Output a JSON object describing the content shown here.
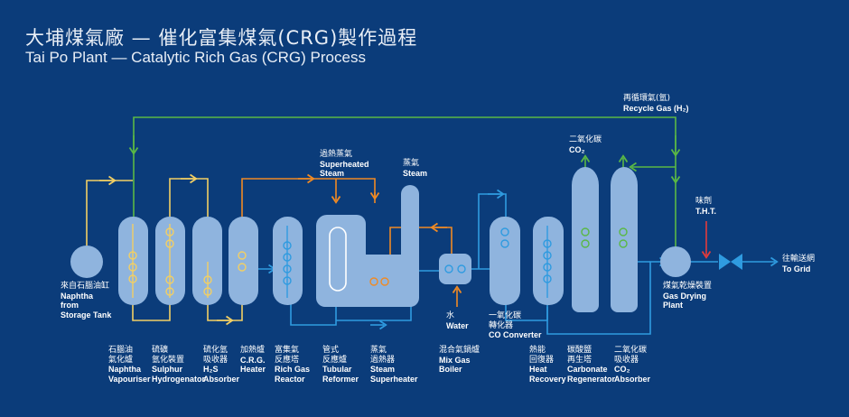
{
  "title": {
    "zh": "大埔煤氣廠 — 催化富集煤氣(CRG)製作過程",
    "en": "Tai Po Plant — Catalytic Rich Gas (CRG) Process"
  },
  "colors": {
    "background": "#0b3c7a",
    "vessel": "#8fb4de",
    "naphtha_line": "#f2cf64",
    "steam_line": "#f08a24",
    "gas_line": "#2f9be0",
    "recycle_line": "#5ab845",
    "tht_line": "#e33b3b"
  },
  "labels": {
    "recycle_gas": {
      "zh": "再循環氣(氫)",
      "en": "Recycle Gas (H₂)"
    },
    "superheated_steam": {
      "zh": "過熱蒸氣",
      "en1": "Superheated",
      "en2": "Steam"
    },
    "steam": {
      "zh": "蒸氣",
      "en": "Steam"
    },
    "co2_vent": {
      "zh": "二氧化碳",
      "en": "CO₂"
    },
    "tht": {
      "zh": "味劑",
      "en": "T.H.T."
    },
    "to_grid": {
      "zh": "往輸送網",
      "en": "To Grid"
    },
    "naphtha_tank": {
      "zh": "來自石腦油缸",
      "en1": "Naphtha",
      "en2": "from",
      "en3": "Storage Tank"
    },
    "water": {
      "zh": "水",
      "en": "Water"
    },
    "co_converter": {
      "zh1": "一氧化碳",
      "zh2": "轉化器",
      "en": "CO Converter"
    },
    "gas_drying": {
      "zh": "煤氣乾燥裝置",
      "en1": "Gas Drying",
      "en2": "Plant"
    }
  },
  "bottom_labels": [
    {
      "zh1": "石腦油",
      "zh2": "氣化爐",
      "en1": "Naphtha",
      "en2": "Vapouriser"
    },
    {
      "zh1": "硫礦",
      "zh2": "氫化裝置",
      "en1": "Sulphur",
      "en2": "Hydrogenator"
    },
    {
      "zh1": "硫化氫",
      "zh2": "吸收器",
      "en1": "H₂S",
      "en2": "Absorber"
    },
    {
      "zh1": "加熱爐",
      "zh2": "",
      "en1": "C.R.G.",
      "en2": "Heater"
    },
    {
      "zh1": "富集氣",
      "zh2": "反應塔",
      "en1": "Rich Gas",
      "en2": "Reactor"
    },
    {
      "zh1": "管式",
      "zh2": "反應爐",
      "en1": "Tubular",
      "en2": "Reformer"
    },
    {
      "zh1": "蒸氣",
      "zh2": "過熱器",
      "en1": "Steam",
      "en2": "Superheater"
    },
    {
      "zh1": "混合氣鍋爐",
      "zh2": "",
      "en1": "Mix Gas",
      "en2": "Boiler"
    },
    {
      "zh1": "熱能",
      "zh2": "回復器",
      "en1": "Heat",
      "en2": "Recovery"
    },
    {
      "zh1": "碳酸鹽",
      "zh2": "再生塔",
      "en1": "Carbonate",
      "en2": "Regenerator"
    },
    {
      "zh1": "二氧化碳",
      "zh2": "吸收器",
      "en1": "CO₂",
      "en2": "Absorber"
    }
  ]
}
